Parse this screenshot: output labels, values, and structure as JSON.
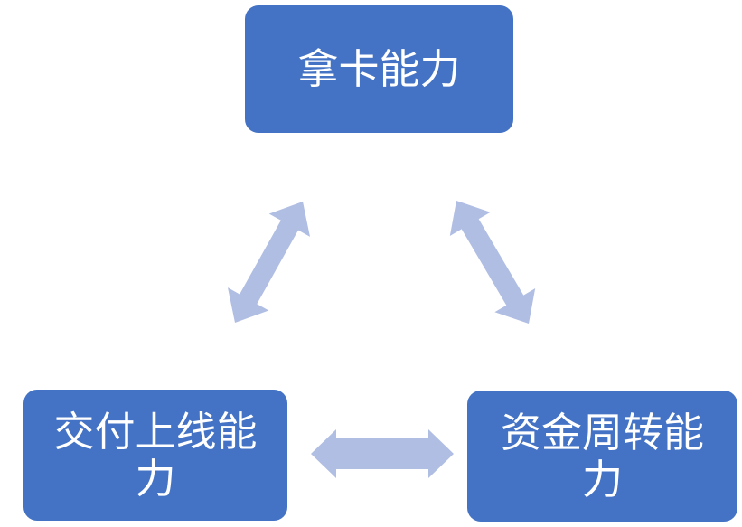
{
  "diagram": {
    "title": "",
    "nodes": [
      {
        "id": "top",
        "label": "拿卡能力"
      },
      {
        "id": "bottom-left",
        "label": "交付上线能力"
      },
      {
        "id": "bottom-right",
        "label": "资金周转能力"
      }
    ],
    "connections": [
      {
        "from": "拿卡能力",
        "to": "交付上线能力",
        "type": "double-headed-arrow"
      },
      {
        "from": "拿卡能力",
        "to": "资金周转能力",
        "type": "double-headed-arrow"
      },
      {
        "from": "交付上线能力",
        "to": "资金周转能力",
        "type": "double-headed-arrow"
      }
    ],
    "colors": {
      "node_fill": "#4473C5",
      "node_text": "#FFFFFF",
      "arrow_fill": "#B0BEE3",
      "background": "#FFFFFF"
    }
  }
}
